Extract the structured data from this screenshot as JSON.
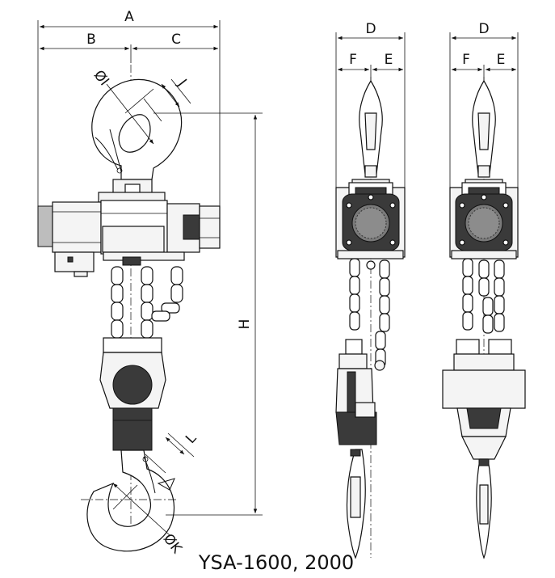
{
  "dimension_labels": {
    "A": "A",
    "B": "B",
    "C": "C",
    "D1": "D",
    "D2": "D",
    "F1": "F",
    "E1": "E",
    "F2": "F",
    "E2": "E",
    "H": "H",
    "I": "ØI",
    "J": "J",
    "K": "ØK",
    "L": "L"
  },
  "caption": "YSA-1600, 2000"
}
